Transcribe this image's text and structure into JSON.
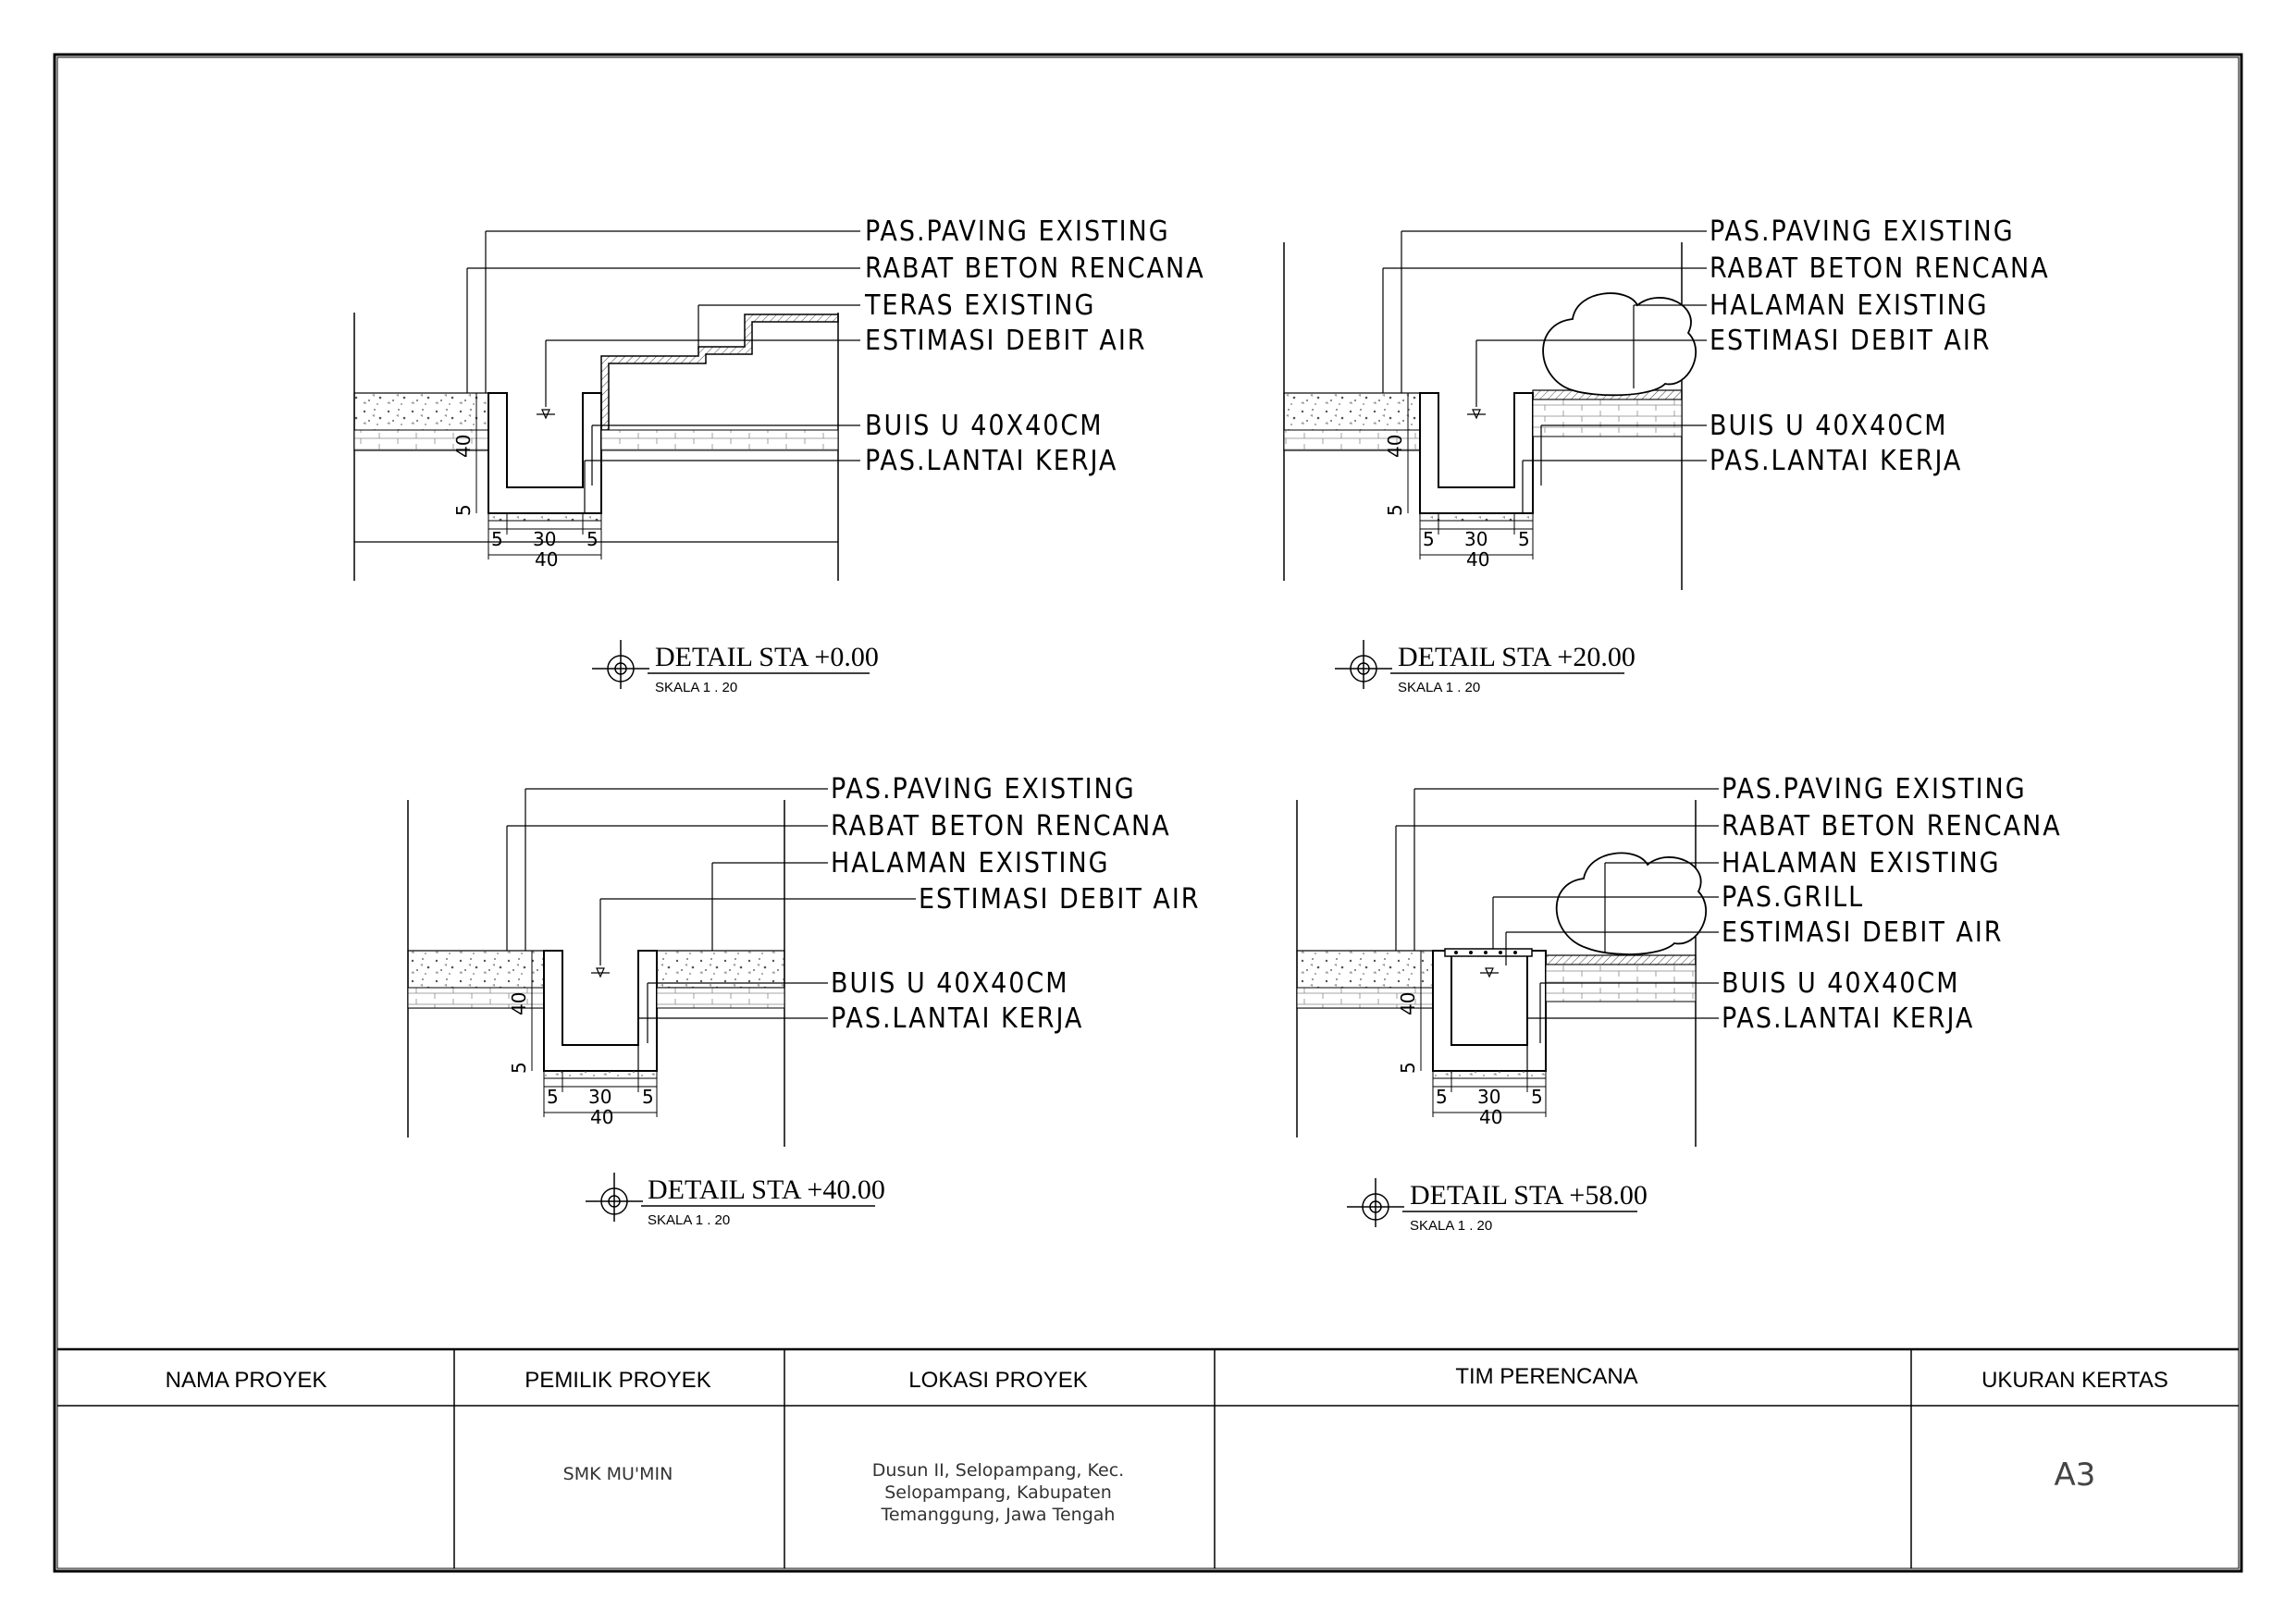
{
  "details": [
    {
      "id": "sta-0",
      "title": "DETAIL STA +0.00",
      "scale": "SKALA   1  . 20",
      "labels": [
        "PAS.PAVING EXISTING",
        "RABAT BETON RENCANA",
        "TERAS EXISTING",
        "ESTIMASI DEBIT AIR",
        "BUIS U 40X40CM",
        "PAS.LANTAI KERJA"
      ],
      "dims": {
        "depth": "40",
        "slab": "5",
        "wall_left": "5",
        "inner": "30",
        "wall_right": "5",
        "total": "40"
      }
    },
    {
      "id": "sta-20",
      "title": "DETAIL STA +20.00",
      "scale": "SKALA   1  . 20",
      "labels": [
        "PAS.PAVING EXISTING",
        "RABAT BETON RENCANA",
        "HALAMAN EXISTING",
        "ESTIMASI DEBIT AIR",
        "BUIS U 40X40CM",
        "PAS.LANTAI KERJA"
      ],
      "dims": {
        "depth": "40",
        "slab": "5",
        "wall_left": "5",
        "inner": "30",
        "wall_right": "5",
        "total": "40"
      }
    },
    {
      "id": "sta-40",
      "title": "DETAIL STA +40.00",
      "scale": "SKALA   1  . 20",
      "labels": [
        "PAS.PAVING EXISTING",
        "RABAT BETON RENCANA",
        "HALAMAN EXISTING",
        "ESTIMASI DEBIT AIR",
        "BUIS U 40X40CM",
        "PAS.LANTAI KERJA"
      ],
      "dims": {
        "depth": "40",
        "slab": "5",
        "wall_left": "5",
        "inner": "30",
        "wall_right": "5",
        "total": "40"
      }
    },
    {
      "id": "sta-58",
      "title": "DETAIL STA +58.00",
      "scale": "SKALA   1  . 20",
      "labels": [
        "PAS.PAVING EXISTING",
        "RABAT BETON RENCANA",
        "HALAMAN EXISTING",
        "PAS.GRILL",
        "ESTIMASI DEBIT AIR",
        "BUIS U 40X40CM",
        "PAS.LANTAI KERJA"
      ],
      "dims": {
        "depth": "40",
        "slab": "5",
        "wall_left": "5",
        "inner": "30",
        "wall_right": "5",
        "total": "40"
      }
    }
  ],
  "title_block": {
    "headers": {
      "nama_proyek": "NAMA PROYEK",
      "pemilik_proyek": "PEMILIK PROYEK",
      "lokasi_proyek": "LOKASI PROYEK",
      "tim_perencana": "TIM PERENCANA",
      "ukuran_kertas": "UKURAN KERTAS"
    },
    "values": {
      "pemilik_proyek": "SMK MU'MIN",
      "lokasi_proyek_lines": [
        "Dusun II, Selopampang, Kec.",
        "Selopampang, Kabupaten",
        "Temanggung, Jawa Tengah"
      ],
      "ukuran_kertas": "A3"
    }
  }
}
